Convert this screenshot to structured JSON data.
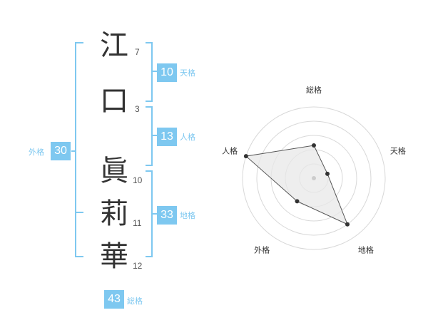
{
  "name": {
    "characters": [
      {
        "char": "江",
        "strokes": "7"
      },
      {
        "char": "口",
        "strokes": "3"
      },
      {
        "char": "眞",
        "strokes": "10"
      },
      {
        "char": "莉",
        "strokes": "11"
      },
      {
        "char": "華",
        "strokes": "12"
      }
    ]
  },
  "fortunes": {
    "tenkaku": {
      "value": "10",
      "label": "天格"
    },
    "jinkaku": {
      "value": "13",
      "label": "人格"
    },
    "chikaku": {
      "value": "33",
      "label": "地格"
    },
    "gaikaku": {
      "value": "30",
      "label": "外格"
    },
    "soukaku": {
      "value": "43",
      "label": "総格"
    }
  },
  "accent_color": "#7ec8f0",
  "chart_data": {
    "type": "radar",
    "axes": [
      "総格",
      "天格",
      "地格",
      "外格",
      "人格"
    ],
    "values": [
      2.3,
      1.0,
      4.0,
      2.0,
      5.0
    ],
    "max": 5,
    "rings": 5,
    "grid": true
  }
}
